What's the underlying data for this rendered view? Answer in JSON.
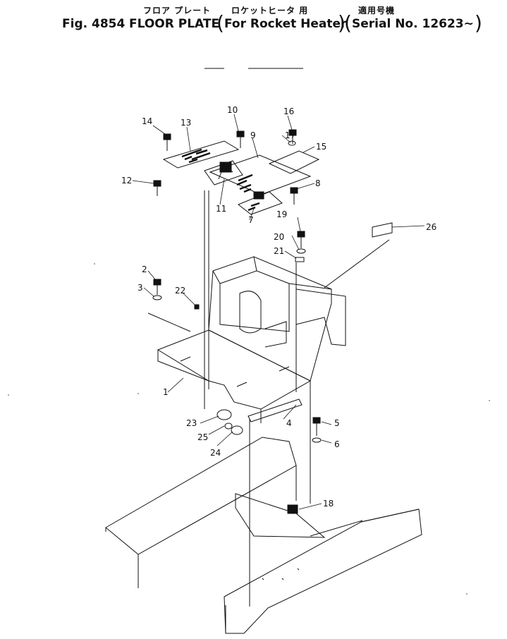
{
  "title": {
    "jp_name": "フロア プレート",
    "jp_variant": "ロケットヒータ 用",
    "jp_serial": "適用号機",
    "fig": "Fig. 4854",
    "name": "FLOOR PLATE",
    "variant": "For Rocket Heater",
    "serial": "Serial No. 12623~"
  },
  "callouts": [
    "1",
    "2",
    "3",
    "4",
    "5",
    "6",
    "7",
    "8",
    "9",
    "10",
    "11",
    "12",
    "13",
    "14",
    "15",
    "16",
    "17",
    "18",
    "19",
    "20",
    "21",
    "22",
    "23",
    "24",
    "25",
    "26"
  ]
}
